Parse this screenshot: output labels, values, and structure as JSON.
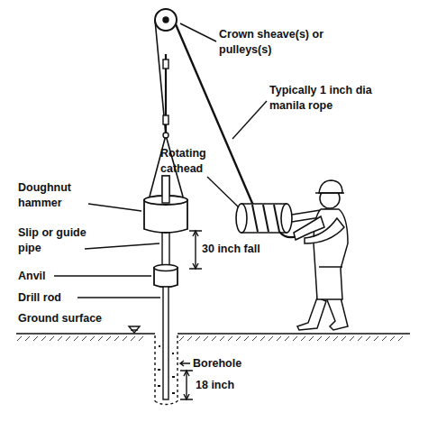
{
  "diagram": {
    "labels": [
      "Crown sheave(s) or pulleys(s)",
      "Typically 1 inch dia manila rope",
      "Rotating cathead",
      "Doughnut hammer",
      "Slip or guide pipe",
      "30 inch fall",
      "Anvil",
      "Drill rod",
      "Ground surface",
      "Borehole",
      "18 inch"
    ]
  }
}
